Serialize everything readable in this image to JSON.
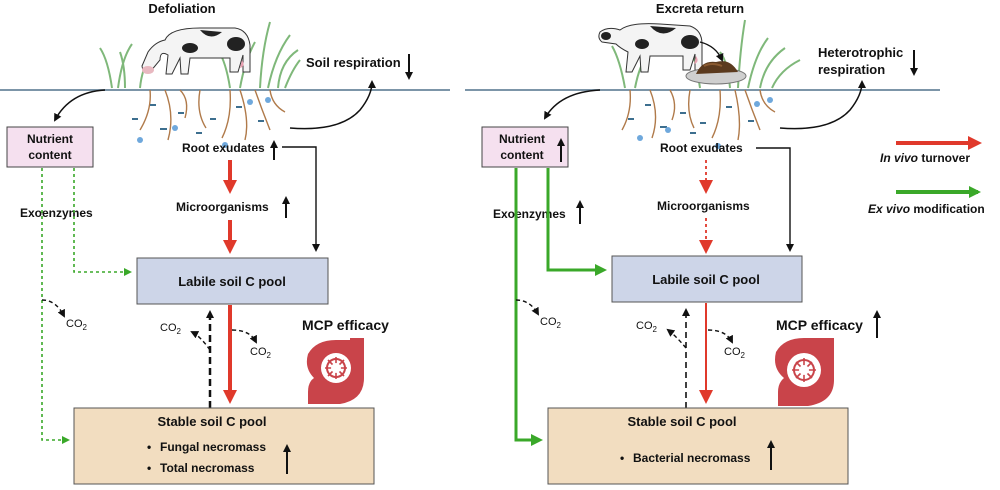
{
  "left_panel": {
    "title": "Defoliation",
    "soil_respiration": "Soil respiration",
    "nutrient_content_line1": "Nutrient",
    "nutrient_content_line2": "content",
    "root_exudates": "Root exudates",
    "microorganisms": "Microorganisms",
    "exoenzymes": "Exoenzymes",
    "labile_pool": "Labile soil C pool",
    "co2": "CO",
    "co2_sub": "2",
    "mcp_efficacy": "MCP efficacy",
    "stable_pool": "Stable soil C pool",
    "stable_items": [
      "Fungal necromass",
      "Total necromass"
    ]
  },
  "right_panel": {
    "title": "Excreta return",
    "heterotrophic_line1": "Heterotrophic",
    "heterotrophic_line2": "respiration",
    "nutrient_content_line1": "Nutrient",
    "nutrient_content_line2": "content",
    "root_exudates": "Root exudates",
    "microorganisms": "Microorganisms",
    "exoenzymes": "Exoenzymes",
    "labile_pool": "Labile soil C pool",
    "co2": "CO",
    "co2_sub": "2",
    "mcp_efficacy": "MCP efficacy",
    "stable_pool": "Stable soil C pool",
    "stable_items": [
      "Bacterial necromass"
    ]
  },
  "legend": {
    "in_vivo_italic": "In vivo",
    "in_vivo_rest": " turnover",
    "ex_vivo_italic": "Ex vivo",
    "ex_vivo_rest": " modification"
  },
  "colors": {
    "red": "#e0392b",
    "green": "#3aa829",
    "labile_fill": "#cdd5e8",
    "stable_fill": "#f2ddc0",
    "nutrient_fill": "#f5e0ef",
    "pump": "#c9444a",
    "ground": "#7c95a8"
  }
}
